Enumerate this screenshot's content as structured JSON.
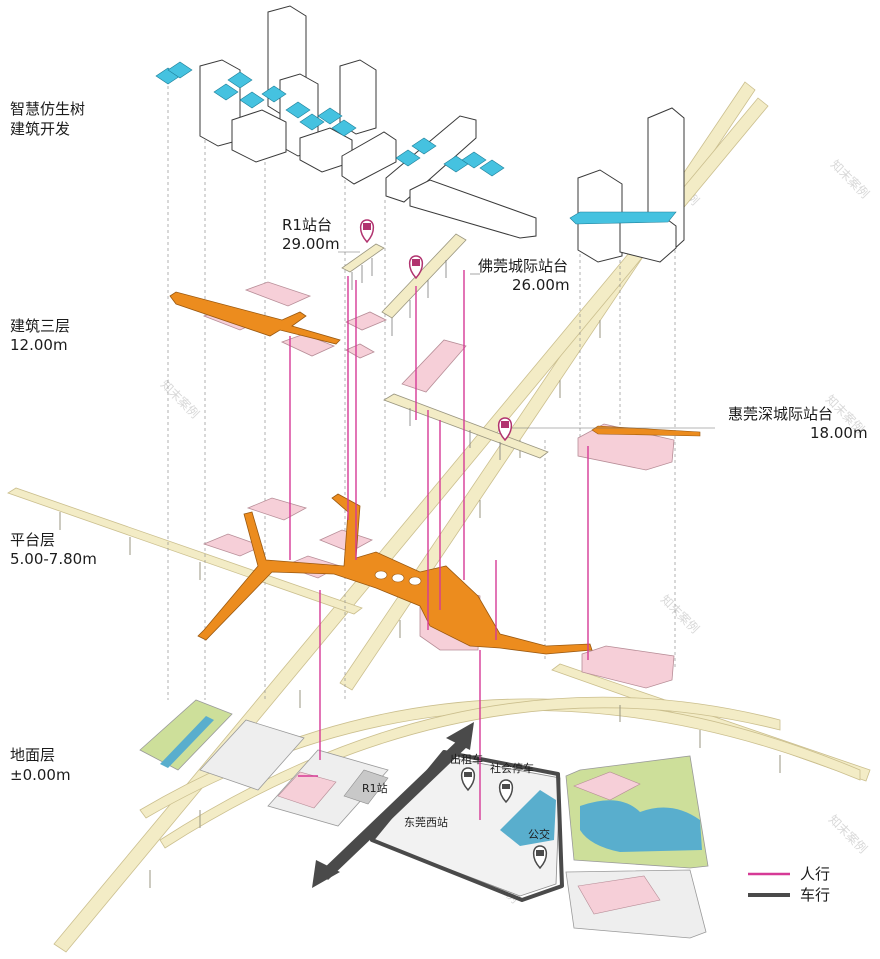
{
  "levels": {
    "tree": {
      "line1": "智慧仿生树",
      "line2": "建筑开发"
    },
    "floor3": {
      "line1": "建筑三层",
      "line2": "12.00m"
    },
    "platform": {
      "line1": "平台层",
      "line2": "5.00-7.80m"
    },
    "ground": {
      "line1": "地面层",
      "line2": "±0.00m"
    }
  },
  "stations": {
    "r1": {
      "name": "R1站台",
      "elev": "29.00m"
    },
    "foguan": {
      "name": "佛莞城际站台",
      "elev": "26.00m"
    },
    "huiguan": {
      "name": "惠莞深城际站台",
      "elev": "18.00m"
    }
  },
  "ground_labels": {
    "r1_station": "R1站",
    "dongguan_west": "东莞西站",
    "taxi": "出租车",
    "parking": "社会停车",
    "bus": "公交"
  },
  "legend": {
    "pedestrian": "人行",
    "vehicle": "车行"
  },
  "watermark": "知末案例",
  "colors": {
    "pedestrian": "#d63a96",
    "vehicle": "#4a4a4a",
    "walkway": "#ec8c1e",
    "pink_building": "#f6cfd8",
    "rail": "#f3ecc6",
    "green": "#cddf9a",
    "water": "#59aecd",
    "tree": "#45c2e0"
  }
}
